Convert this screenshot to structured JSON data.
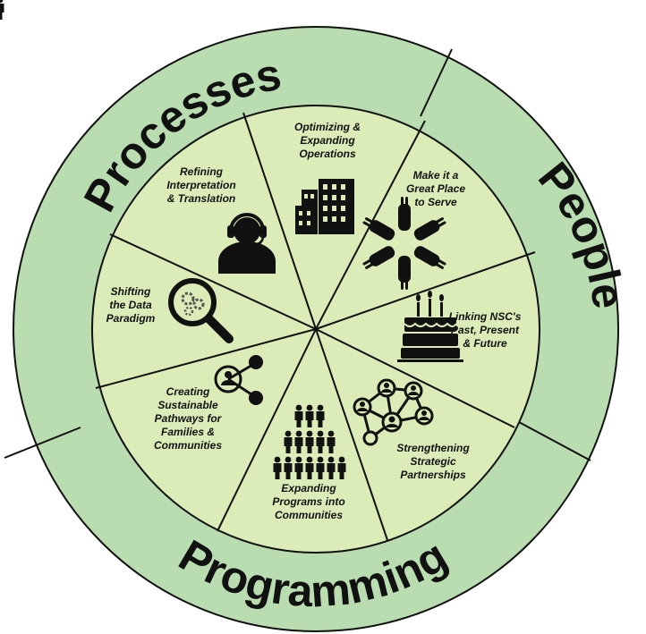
{
  "ring": {
    "processes": "Processes",
    "people": "People",
    "programming": "Programming"
  },
  "segments": [
    {
      "lines": [
        "Optimizing &",
        "Expanding",
        "Operations"
      ],
      "icon": "buildings-icon"
    },
    {
      "lines": [
        "Make it a",
        "Great Place",
        "to Serve"
      ],
      "icon": "joined-hands-icon"
    },
    {
      "lines": [
        "Linking NSC's",
        "Past, Present",
        "& Future"
      ],
      "icon": "birthday-cake-icon"
    },
    {
      "lines": [
        "Strengthening",
        "Strategic",
        "Partnerships"
      ],
      "icon": "network-people-icon"
    },
    {
      "lines": [
        "Expanding",
        "Programs into",
        "Communities"
      ],
      "icon": "people-crowd-icon"
    },
    {
      "lines": [
        "Creating",
        "Sustainable",
        "Pathways for",
        "Families &",
        "Communities"
      ],
      "icon": "share-person-icon"
    },
    {
      "lines": [
        "Shifting",
        "the Data",
        "Paradigm"
      ],
      "icon": "magnifier-gears-icon"
    },
    {
      "lines": [
        "Refining",
        "Interpretation",
        "& Translation"
      ],
      "icon": "headset-person-icon"
    }
  ],
  "colors": {
    "outer_ring": "#b9ddb0",
    "inner_disc": "#dcecb9",
    "ink": "#111111"
  }
}
